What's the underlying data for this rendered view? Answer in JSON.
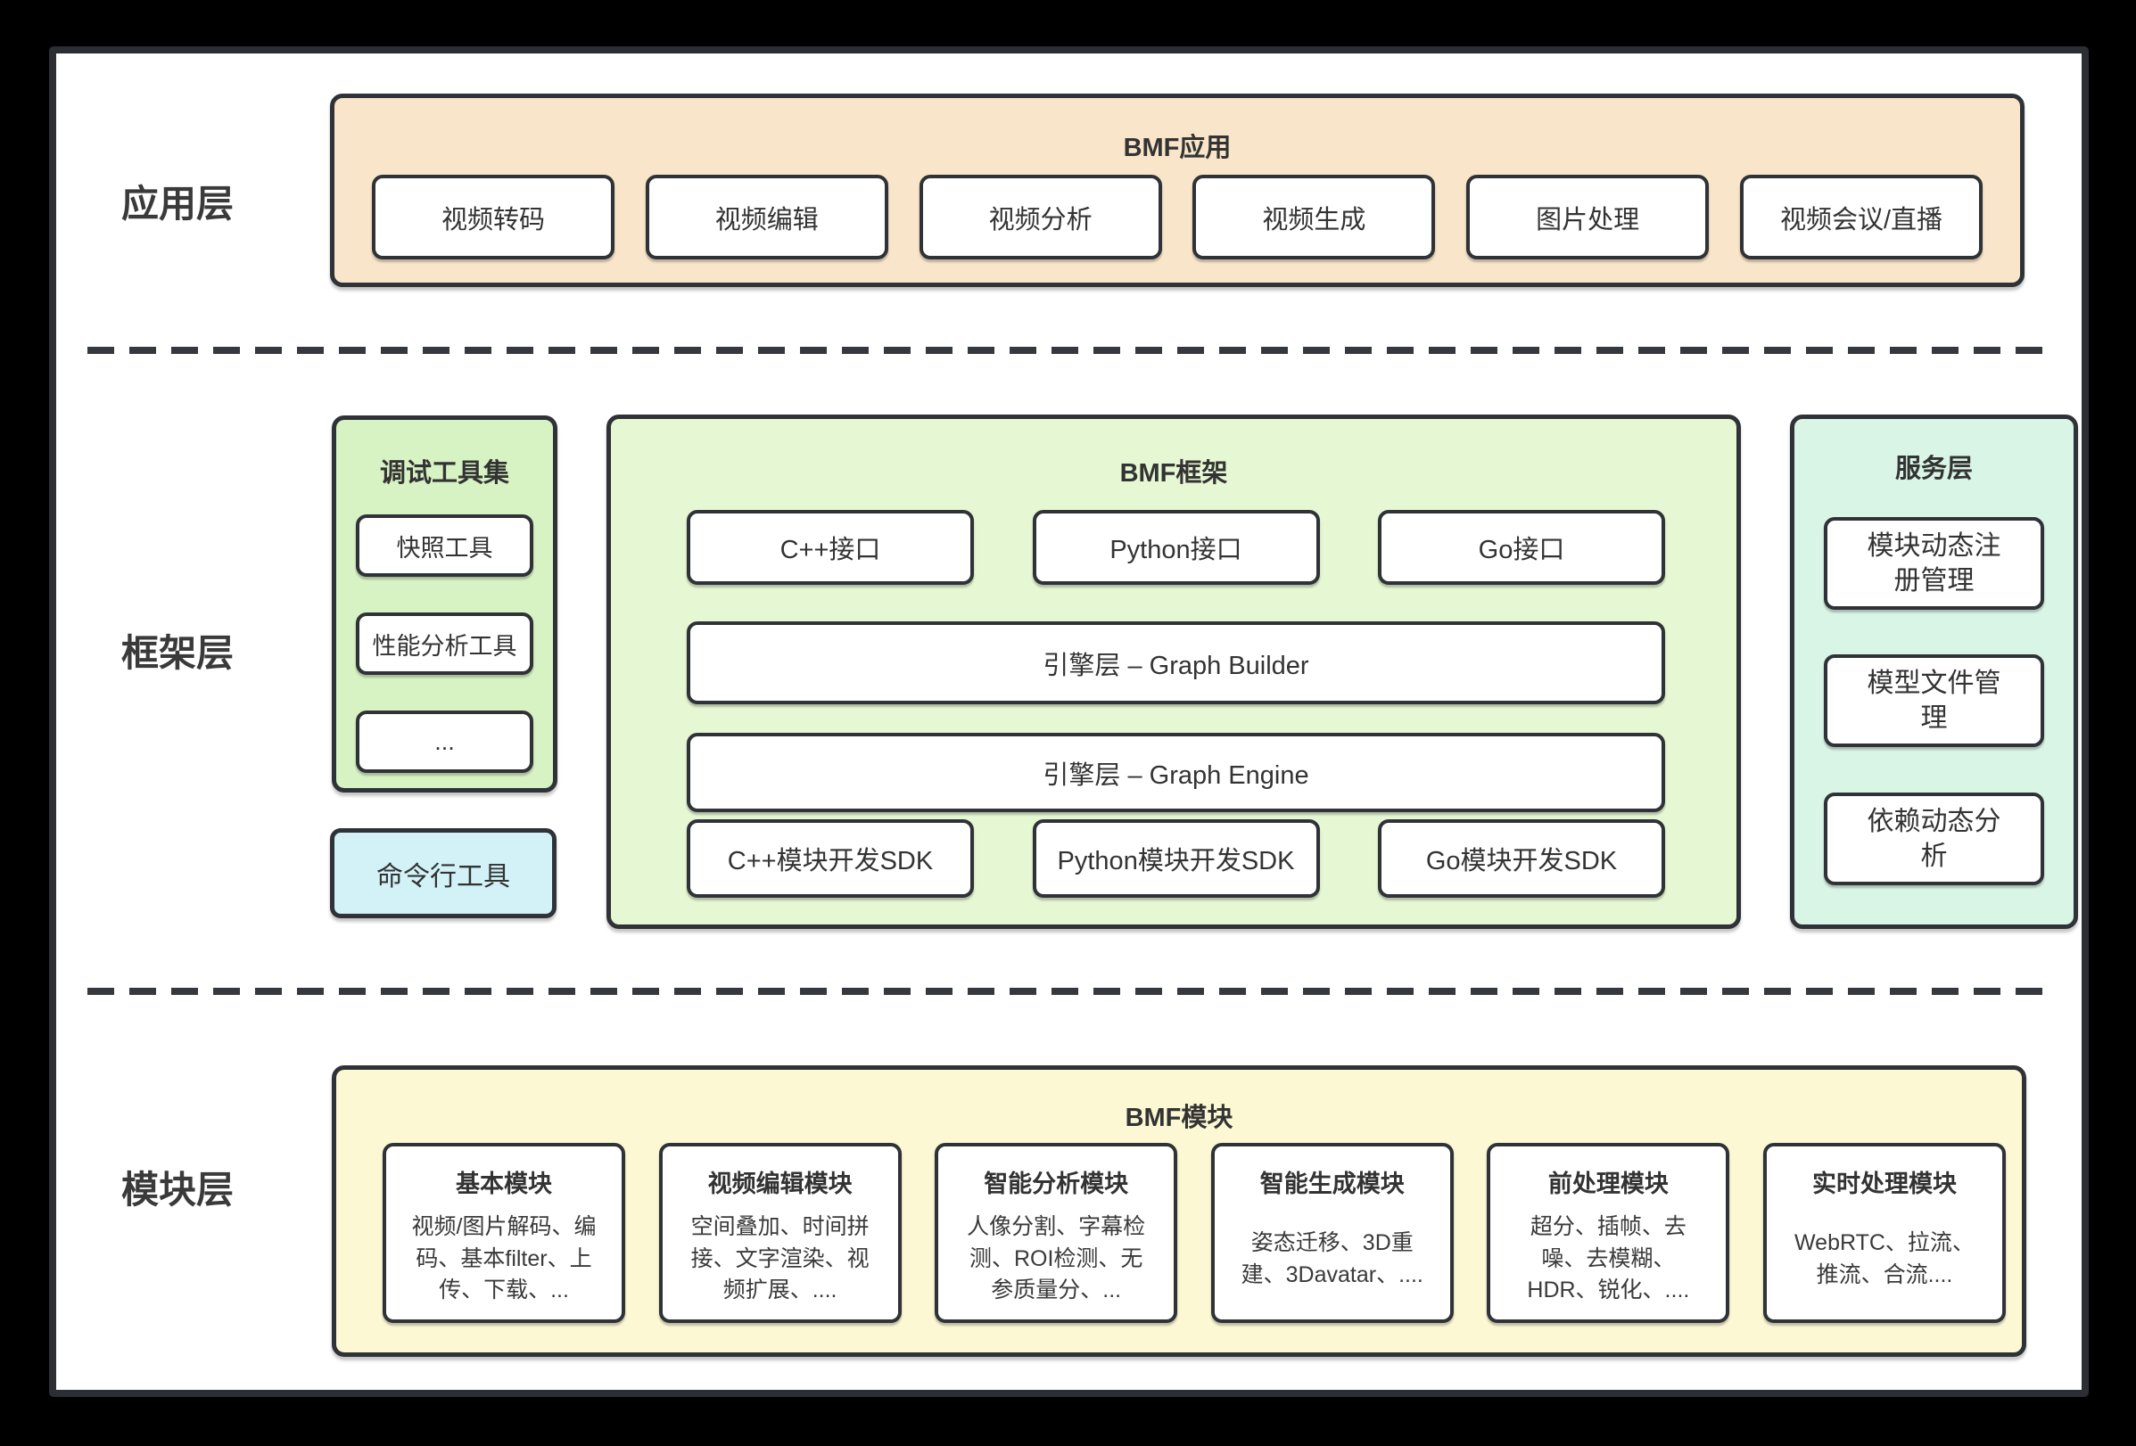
{
  "app": {
    "label": "应用层",
    "title": "BMF应用",
    "items": [
      "视频转码",
      "视频编辑",
      "视频分析",
      "视频生成",
      "图片处理",
      "视频会议/直播"
    ]
  },
  "framework": {
    "label": "框架层",
    "debug": {
      "title": "调试工具集",
      "items": [
        "快照工具",
        "性能分析工具",
        "..."
      ]
    },
    "cmdline": "命令行工具",
    "core": {
      "title": "BMF框架",
      "interfaces": [
        "C++接口",
        "Python接口",
        "Go接口"
      ],
      "engines": [
        "引擎层 – Graph Builder",
        "引擎层 – Graph Engine"
      ],
      "sdks": [
        "C++模块开发SDK",
        "Python模块开发SDK",
        "Go模块开发SDK"
      ]
    },
    "service": {
      "title": "服务层",
      "items": [
        "模块动态注册管理",
        "模型文件管理",
        "依赖动态分析"
      ]
    }
  },
  "modules": {
    "label": "模块层",
    "title": "BMF模块",
    "cards": [
      {
        "title": "基本模块",
        "body": "视频/图片解码、编码、基本filter、上传、下载、..."
      },
      {
        "title": "视频编辑模块",
        "body": "空间叠加、时间拼接、文字渲染、视频扩展、...."
      },
      {
        "title": "智能分析模块",
        "body": "人像分割、字幕检测、ROI检测、无参质量分、..."
      },
      {
        "title": "智能生成模块",
        "body": "姿态迁移、3D重建、3Davatar、...."
      },
      {
        "title": "前处理模块",
        "body": "超分、插帧、去噪、去模糊、HDR、锐化、...."
      },
      {
        "title": "实时处理模块",
        "body": "WebRTC、拉流、推流、合流...."
      }
    ]
  },
  "colors": {
    "appFill": "#F9E5C9",
    "debugFill": "#D7F3C3",
    "frameworkFill": "#E6F7D3",
    "serviceFill": "#D9F5E6",
    "cmdlineFill": "#D2F2F7",
    "modulesFill": "#FBF8D3",
    "border": "#2F3237",
    "text": "#333333"
  }
}
